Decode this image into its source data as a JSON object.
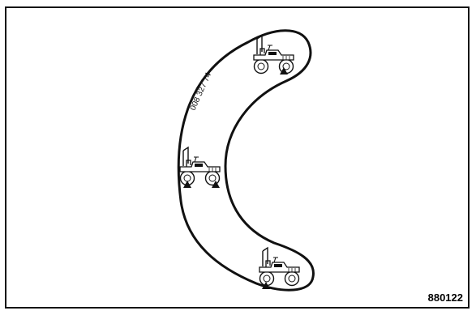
{
  "figure": {
    "label_code": "008 327 74",
    "figure_id": "880122"
  },
  "illustration": {
    "path_shape": "c-shaped-curved-track",
    "rollers": [
      {
        "name": "roller-top",
        "markers": 1
      },
      {
        "name": "roller-middle",
        "markers": 2
      },
      {
        "name": "roller-bottom",
        "markers": 1
      }
    ]
  }
}
